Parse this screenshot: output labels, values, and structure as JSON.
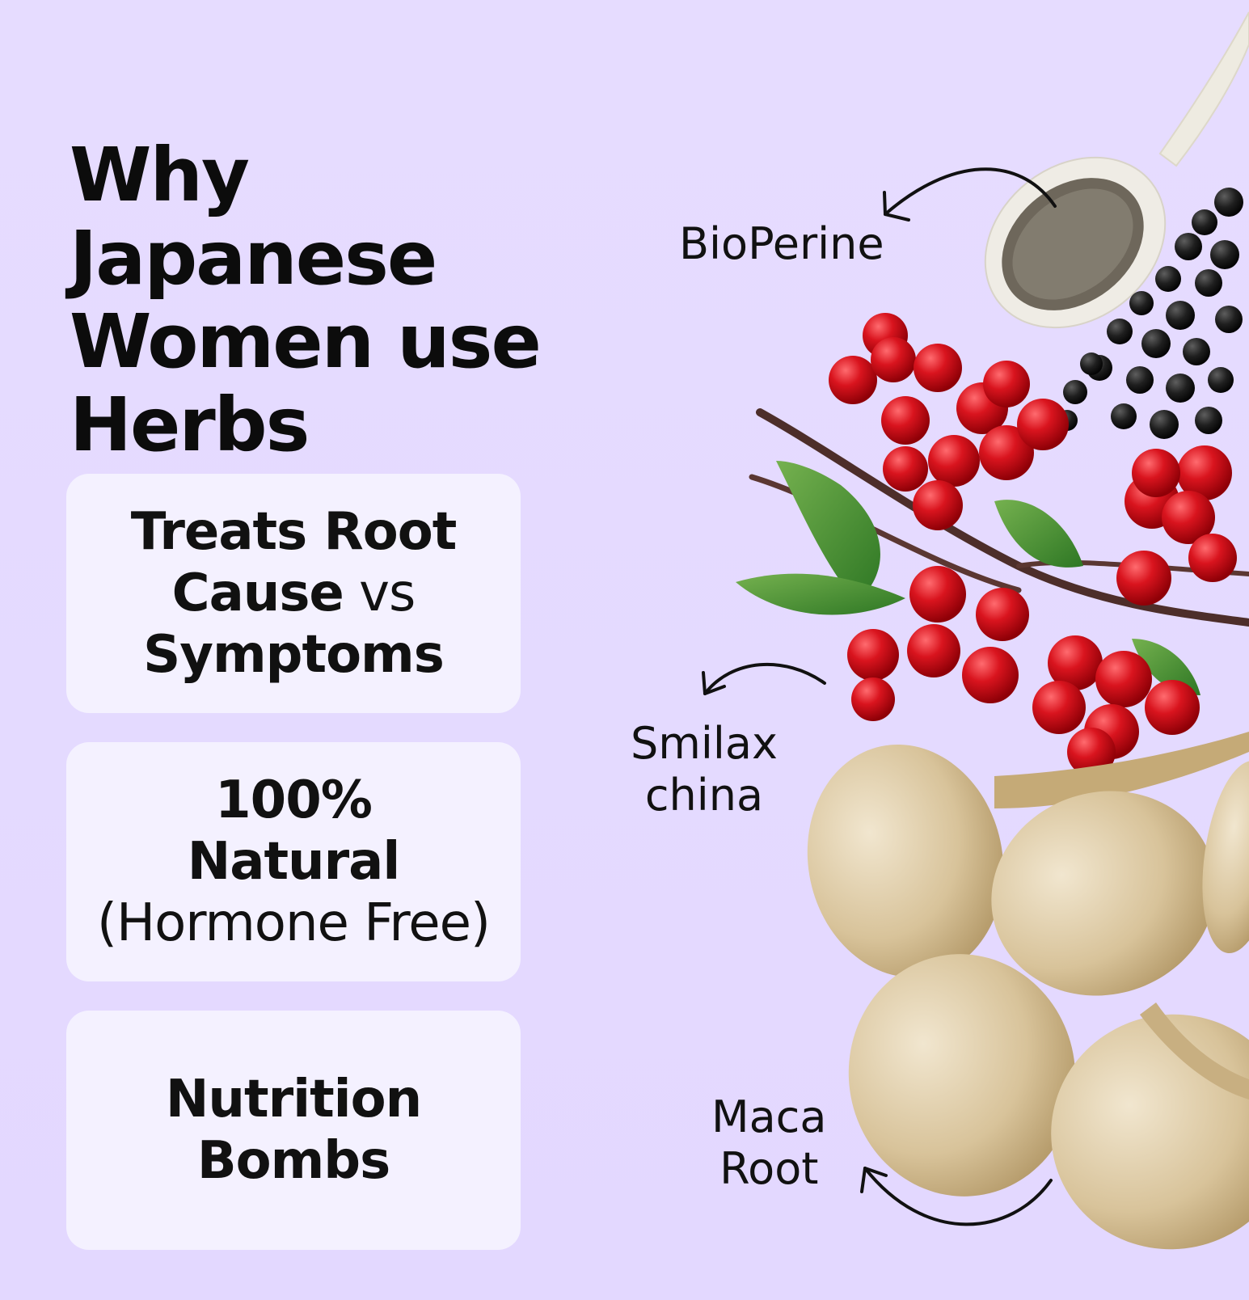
{
  "headline": {
    "lines": [
      "Why Japanese",
      "Women use",
      "Herbs"
    ]
  },
  "benefits": [
    {
      "lines": [
        {
          "text": "Treats Root",
          "weight": "bold"
        },
        {
          "text": "Cause",
          "weight": "bold",
          "suffix": " vs"
        },
        {
          "text": "Symptoms",
          "weight": "bold"
        }
      ]
    },
    {
      "lines": [
        {
          "text": "100%",
          "weight": "bold"
        },
        {
          "text": "Natural",
          "weight": "bold"
        },
        {
          "text": "(Hormone Free)",
          "weight": "light"
        }
      ]
    },
    {
      "lines": [
        {
          "text": "Nutrition",
          "weight": "bold"
        },
        {
          "text": "Bombs",
          "weight": "bold"
        }
      ]
    }
  ],
  "herb_labels": {
    "bioperine": [
      "BioPerine"
    ],
    "smilax": [
      "Smilax",
      "china"
    ],
    "maca": [
      "Maca",
      "Root"
    ]
  },
  "colors": {
    "background": "#e3daff",
    "card": "#f4f1ff",
    "text": "#111111",
    "berry": "#d3141f",
    "leaf": "#4f9a35",
    "root": "#d9c7a2",
    "pepper": "#1d1d1d",
    "spoon": "#ebe8dd"
  }
}
